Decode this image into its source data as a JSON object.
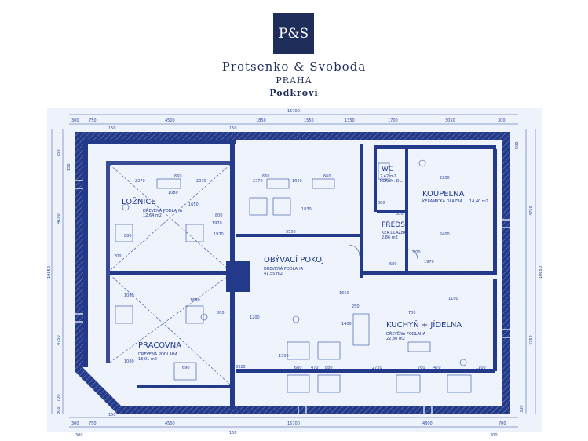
{
  "header": {
    "logo_text": "P&S",
    "company": "Protsenko & Svoboda",
    "city": "PRAHA",
    "floor": "Podkroví"
  },
  "colors": {
    "navy": "#1f2d5a",
    "plan_blue": "#1f3a8f",
    "wall": "#233a8a"
  },
  "rooms": {
    "loznice": {
      "name": "LOŽNICE",
      "floor_type": "DŘEVĚNÁ PODLAHA",
      "area": "12,64 m2"
    },
    "pracovna": {
      "name": "PRACOVNA",
      "floor_type": "DŘEVĚNÁ PODLAHA",
      "area": "18,01 m2"
    },
    "obyvaci": {
      "name": "OBÝVACÍ POKOJ",
      "floor_type": "DŘEVĚNÁ PODLAHA",
      "area": "41,55 m2"
    },
    "wc": {
      "name": "WC",
      "area": "2,42 m2",
      "floor_type": "KERAM. DL."
    },
    "koupelna": {
      "name": "KOUPELNA",
      "floor_type": "KERAMICKÁ DLAŽBA",
      "area": "14,40 m2"
    },
    "predsin": {
      "name": "PŘEDS.",
      "floor_type": "KER.DLAŽBA",
      "area": "2,86 m2"
    },
    "kuchyn": {
      "name": "KUCHYŇ + JÍDELNA",
      "floor_type": "DŘEVĚNÁ PODLAHA",
      "area": "22,80 m2"
    }
  },
  "dimensions": {
    "top_total": "15700",
    "top_row": [
      "300",
      "750",
      "4500",
      "1850",
      "1550",
      "1350",
      "1700",
      "3050",
      "300"
    ],
    "top_sub": [
      "150",
      "150"
    ],
    "bottom_total": "15700",
    "bottom_row": [
      "300",
      "750",
      "4500",
      "4800",
      "700",
      "300"
    ],
    "bottom_sub": [
      "150",
      "150"
    ],
    "left_total": "10650",
    "left_row": [
      "750",
      "150",
      "4100",
      "4750",
      "700",
      "300"
    ],
    "right_total": "10650",
    "right_row": [
      "500",
      "4750",
      "4750",
      "300"
    ],
    "interior": [
      "2370",
      "660",
      "2370",
      "1080",
      "1970",
      "880",
      "200",
      "1080",
      "1650",
      "800",
      "2370",
      "660",
      "1620",
      "660",
      "1830",
      "5550",
      "2200",
      "880",
      "800",
      "1970",
      "2400",
      "680",
      "1650",
      "250",
      "1400",
      "1100",
      "6520",
      "680",
      "470",
      "880",
      "1200",
      "1500",
      "2720",
      "760",
      "470",
      "690",
      "1080",
      "1650",
      "1970",
      "1100",
      "700",
      "800",
      "500"
    ]
  }
}
